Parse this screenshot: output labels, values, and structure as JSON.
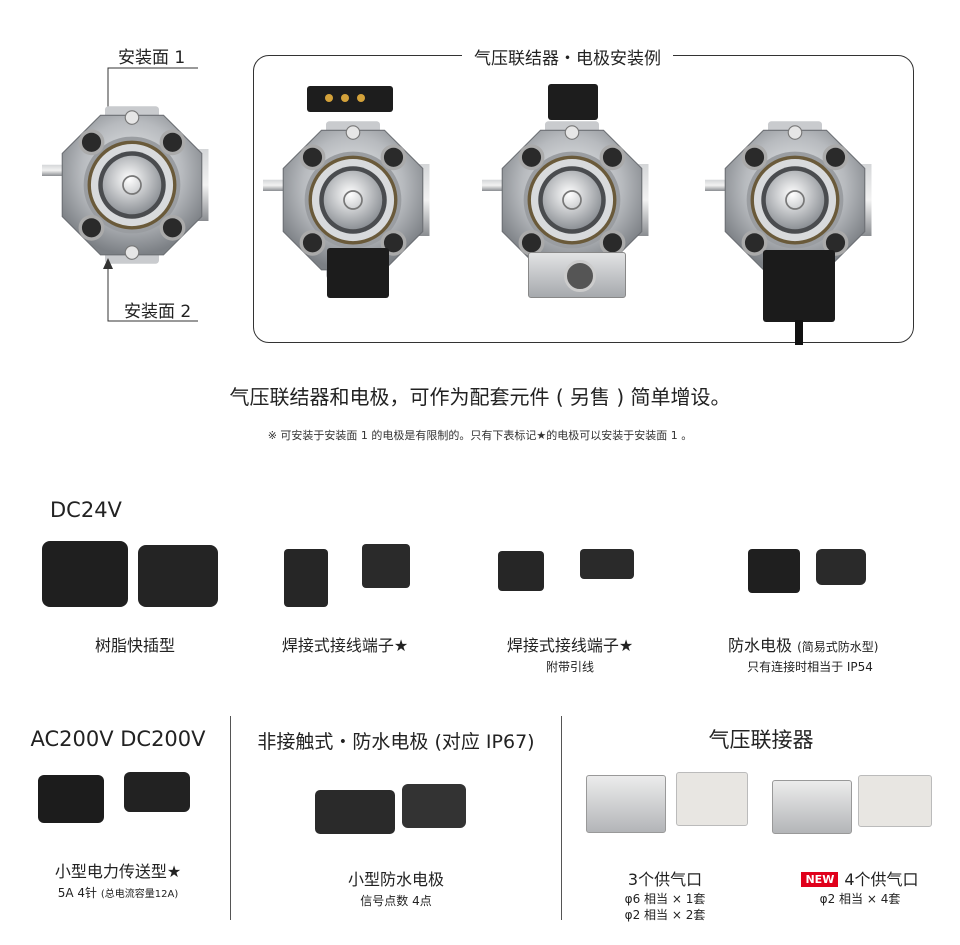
{
  "top": {
    "mount_face_1": "安装面 1",
    "mount_face_2": "安装面 2",
    "example_title": "气压联结器・电极安装例"
  },
  "intro": {
    "headline": "气压联结器和电极，可作为配套元件 ( 另售 ) 简单增设。",
    "note": "※ 可安装于安装面 1 的电极是有限制的。只有下表标记★的电极可以安装于安装面 1 。"
  },
  "dc24": {
    "heading": "DC24V",
    "items": [
      {
        "caption": "树脂快插型",
        "sub": ""
      },
      {
        "caption": "焊接式接线端子★",
        "sub": ""
      },
      {
        "caption": "焊接式接线端子★",
        "sub": "附带引线"
      },
      {
        "caption": "防水电极",
        "caption_note": "(简易式防水型)",
        "sub": "只有连接时相当于 IP54"
      }
    ]
  },
  "ac200": {
    "heading": "AC200V DC200V",
    "caption": "小型电力传送型★",
    "sub_main": "5A 4针",
    "sub_note": "(总电流容量12A)"
  },
  "noncontact": {
    "heading": "非接触式・防水电极 (对应 IP67)",
    "caption": "小型防水电极",
    "sub": "信号点数 4点"
  },
  "air": {
    "heading": "气压联接器",
    "items": [
      {
        "badge": "",
        "caption": "3个供气口",
        "lines": [
          "φ6 相当 × 1套",
          "φ2 相当 × 2套"
        ]
      },
      {
        "badge": "NEW",
        "caption": "4个供气口",
        "lines": [
          "φ2 相当 × 4套"
        ]
      }
    ]
  },
  "colors": {
    "new_badge": "#e0001b",
    "metal": "#b9bcc0",
    "dark": "#1e1e1e",
    "brass": "#c8922e"
  }
}
